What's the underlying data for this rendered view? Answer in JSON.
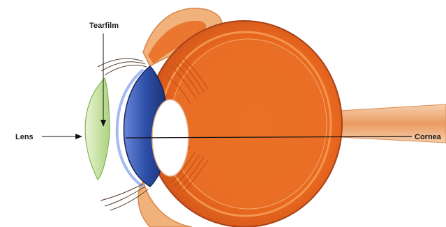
{
  "labels": {
    "tearfilm": "Tearfilm",
    "lens": "Lens",
    "cornea": "Cornea"
  },
  "colors": {
    "sclera": "#e8671e",
    "sclera_dark": "#c9501a",
    "sclera_light": "#f6a35a",
    "iris": "#2d4fa8",
    "lid": "#f0b27a",
    "lens": "#cfe8a8",
    "nerve": "#f2c6a0"
  }
}
